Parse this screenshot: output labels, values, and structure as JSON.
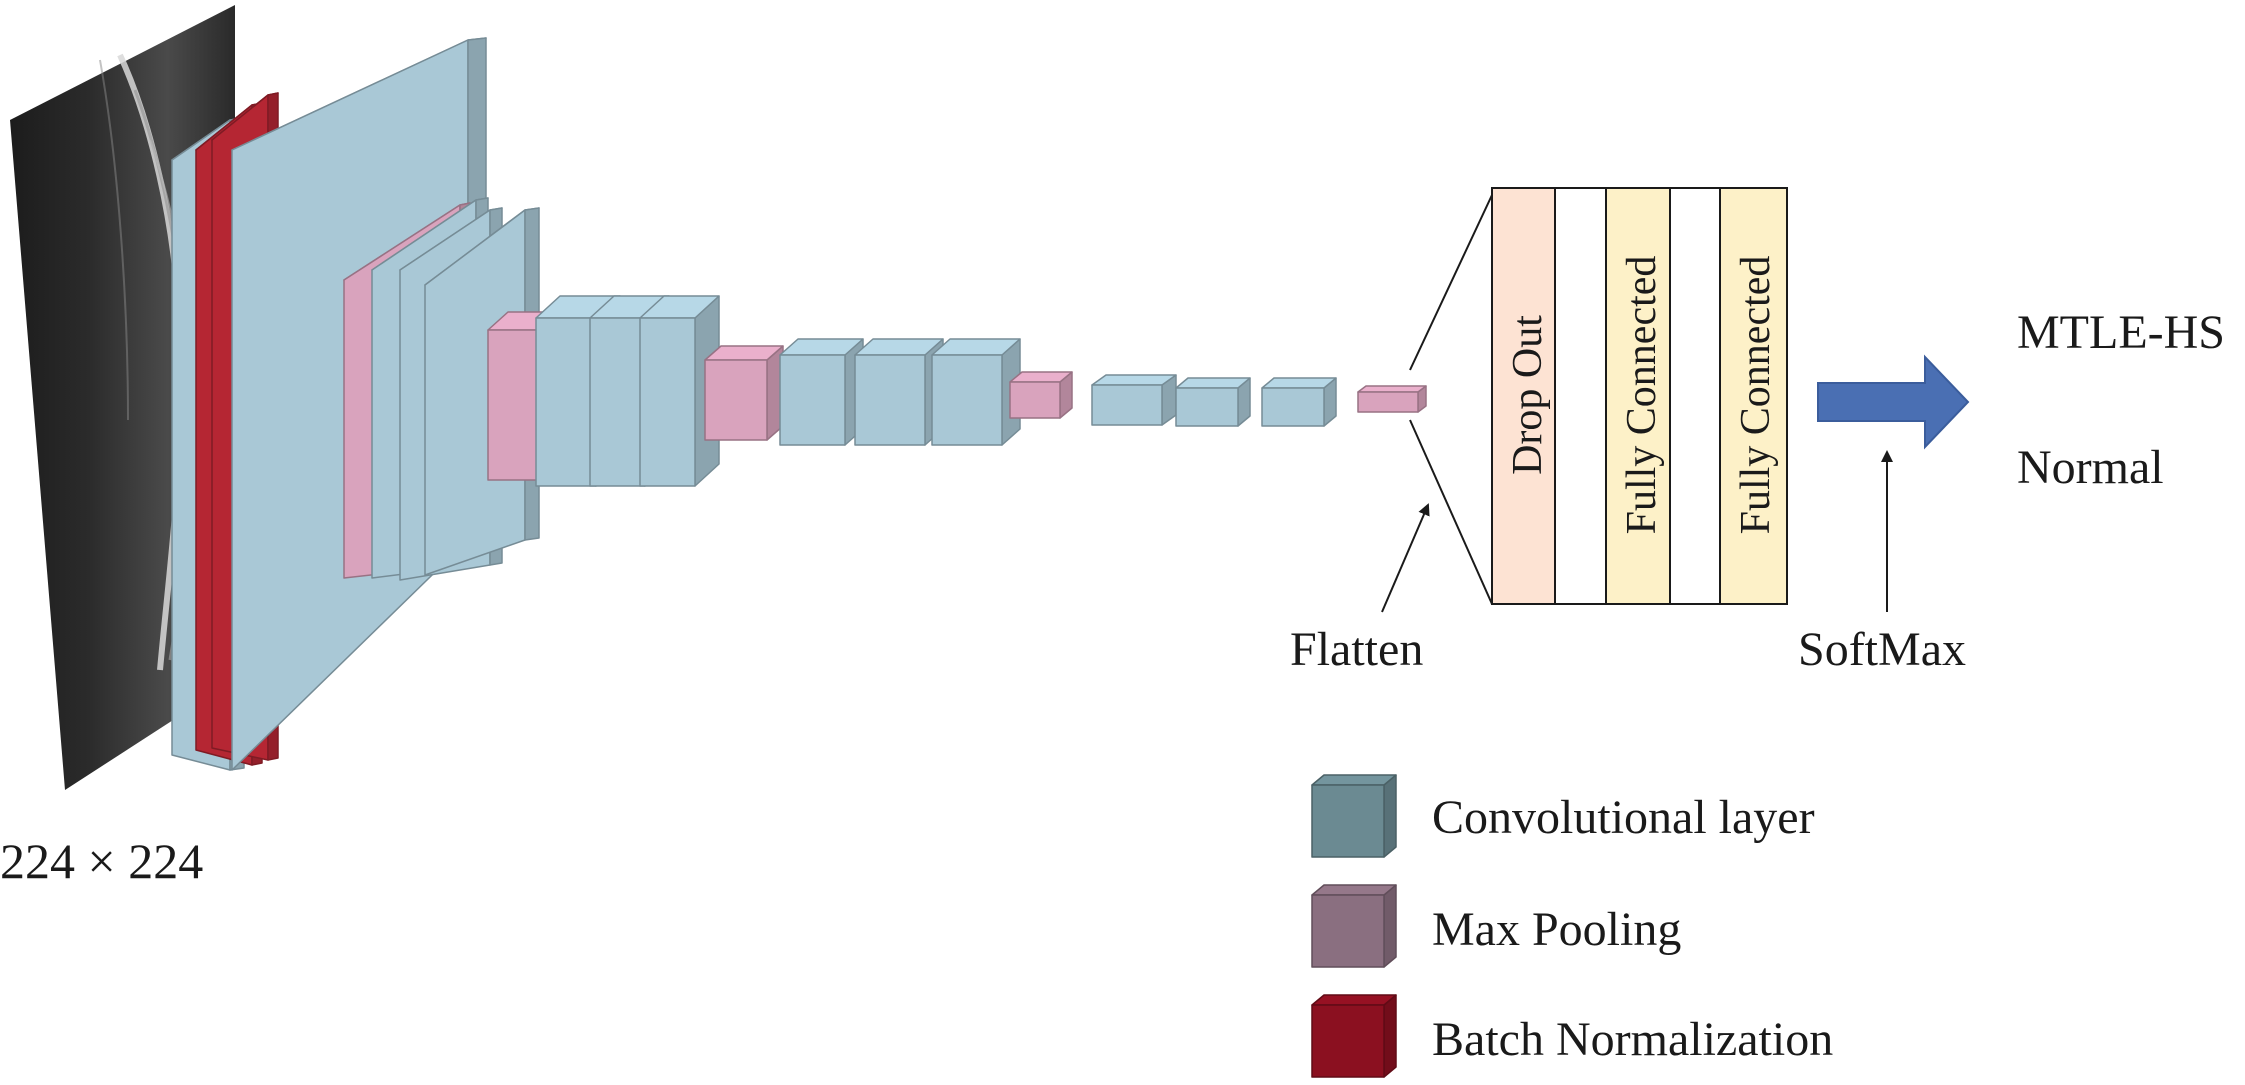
{
  "input": {
    "size_label": "224 × 224"
  },
  "dense_block": {
    "layers": [
      {
        "label": "Drop Out",
        "color": "#fde3d3"
      },
      {
        "label": "Fully Connected",
        "color": "#fdf1c8"
      },
      {
        "label": "Fully Connected",
        "color": "#fdf1c8"
      }
    ]
  },
  "annotations": {
    "flatten": "Flatten",
    "softmax": "SoftMax"
  },
  "outputs": {
    "class_1": "MTLE-HS",
    "class_2": "Normal"
  },
  "legend": {
    "items": [
      {
        "label": "Convolutional layer",
        "color": "#6b8a92"
      },
      {
        "label": "Max Pooling",
        "color": "#8a6f80"
      },
      {
        "label": "Batch Normalization",
        "color": "#8b1020"
      }
    ]
  },
  "colors": {
    "conv": "#a9c8d6",
    "pool": "#d9a3bd",
    "batch_norm": "#b52633",
    "output_arrow": "#4a6fb3",
    "line": "#1a1a1a"
  }
}
